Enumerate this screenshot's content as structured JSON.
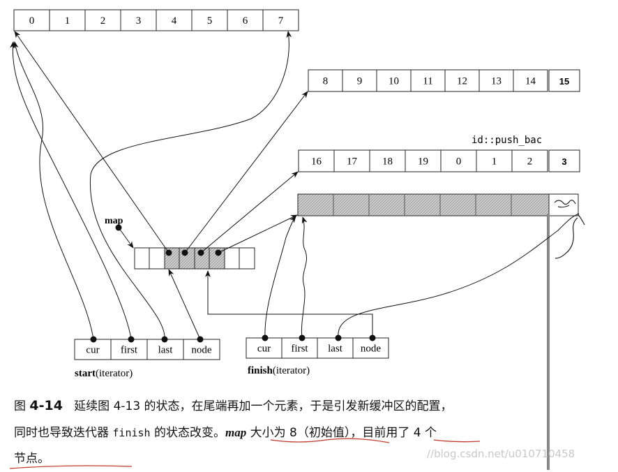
{
  "buffers": {
    "buffer_a": [
      "0",
      "1",
      "2",
      "3",
      "4",
      "5",
      "6",
      "7"
    ],
    "buffer_b": [
      "8",
      "9",
      "10",
      "11",
      "12",
      "13",
      "14"
    ],
    "buffer_b_extra": "15",
    "push_back_label": "id::push_bac",
    "buffer_c": [
      "16",
      "17",
      "18",
      "19",
      "0",
      "1",
      "2"
    ],
    "buffer_c_extra": "3"
  },
  "map_label": "map",
  "start": {
    "fields": [
      "cur",
      "first",
      "last",
      "node"
    ],
    "label_bold": "start",
    "label_rest": "(iterator)"
  },
  "finish": {
    "fields": [
      "cur",
      "first",
      "last",
      "node"
    ],
    "label_bold": "finish",
    "label_rest": "(iterator)"
  },
  "caption": {
    "fig_prefix": "图",
    "fig_number": "4-14",
    "line1_rest": "延续图 4-13 的状态，在尾端再加一个元素，于是引发新缓冲区的配置，",
    "line2_a": "同时也导致迭代器",
    "line2_code": "finish",
    "line2_b": "的状态改变。",
    "line2_map": "map",
    "line2_c": "大小为 8（初始值），目前用了 4 个",
    "line3": "节点。"
  },
  "watermark": "//blog.csdn.net/u010710458"
}
